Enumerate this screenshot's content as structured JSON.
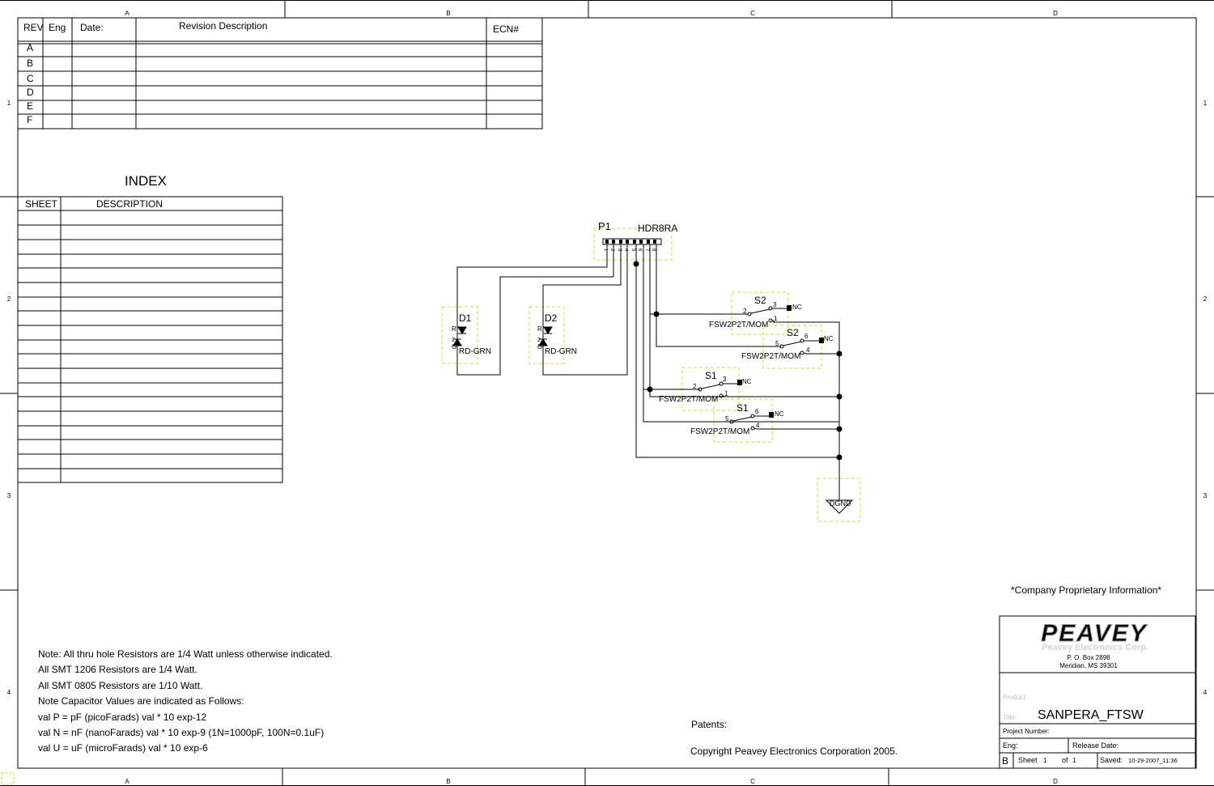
{
  "border": {
    "columns_top": [
      "A",
      "B",
      "C",
      "D"
    ],
    "columns_bottom": [
      "A",
      "B",
      "C",
      "D"
    ],
    "rows": [
      "1",
      "2",
      "3",
      "4"
    ]
  },
  "revision_table": {
    "headers": {
      "rev": "REV",
      "eng": "Eng",
      "date": "Date:",
      "description": "Revision Description",
      "ecn": "ECN#"
    },
    "rows": [
      "A",
      "B",
      "C",
      "D",
      "E",
      "F"
    ]
  },
  "index": {
    "title": "INDEX",
    "headers": {
      "sheet": "SHEET",
      "description": "DESCRIPTION"
    },
    "row_count": 19
  },
  "schematic": {
    "connector": {
      "ref": "P1",
      "value": "HDR8RA",
      "pins": [
        "1",
        "2",
        "3",
        "4",
        "5",
        "6",
        "7",
        "8"
      ]
    },
    "leds": [
      {
        "ref": "D1",
        "value": "RD-GRN",
        "pin_r": "R",
        "pin_g": "G",
        "pin_2": "2"
      },
      {
        "ref": "D2",
        "value": "RD-GRN",
        "pin_r": "R",
        "pin_g": "G",
        "pin_2": "2"
      }
    ],
    "switches": [
      {
        "ref": "S2",
        "value": "FSW2P2T/MOM",
        "com": "2",
        "no": "1",
        "nc_pin": "3",
        "nc": "NC"
      },
      {
        "ref": "S2",
        "value": "FSW2P2T/MOM",
        "com": "5",
        "no": "4",
        "nc_pin": "6",
        "nc": "NC"
      },
      {
        "ref": "S1",
        "value": "FSW2P2T/MOM",
        "com": "2",
        "no": "1",
        "nc_pin": "3",
        "nc": "NC"
      },
      {
        "ref": "S1",
        "value": "FSW2P2T/MOM",
        "com": "5",
        "no": "4",
        "nc_pin": "6",
        "nc": "NC"
      }
    ],
    "ground": "DGND"
  },
  "notes": [
    "Note: All thru hole Resistors are 1/4 Watt unless otherwise indicated.",
    "All SMT 1206 Resistors are 1/4 Watt.",
    "All SMT 0805 Resistors are 1/10 Watt.",
    "Note Capacitor Values are indicated as Follows:",
    "val P = pF (picoFarads) val * 10 exp-12",
    "val N = nF (nanoFarads) val * 10 exp-9 (1N=1000pF, 100N=0.1uF)",
    "val U = uF (microFarads) val * 10 exp-6"
  ],
  "patents_label": "Patents:",
  "copyright": "Copyright Peavey Electronics Corporation 2005.",
  "proprietary": "*Company Proprietary Information*",
  "title_block": {
    "logo": "PEAVEY",
    "company": "Peavey Electronics Corp.",
    "address1": "P. O. Box 2898",
    "address2": "Meridian, MS 39301",
    "product_label": "Product:",
    "title_label": "Title:",
    "title": "SANPERA_FTSW",
    "project_label": "Project Number:",
    "eng_label": "Eng:",
    "release_label": "Release Date:",
    "size": "B",
    "sheet_label": "Sheet",
    "sheet_num": "1",
    "of_label": "of",
    "sheet_total": "1",
    "saved_label": "Saved:",
    "saved_value": "10-29-2007_11:36"
  },
  "colors": {
    "line": "#000000",
    "component_box": "#f2d22a"
  }
}
